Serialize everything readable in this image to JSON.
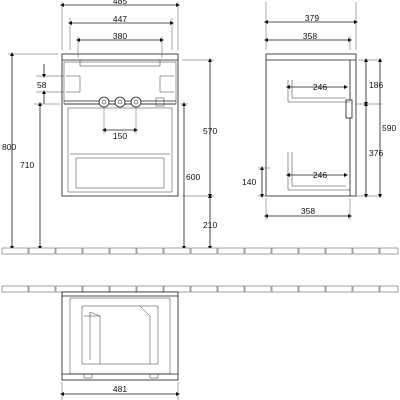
{
  "front_view": {
    "dim_total_width": "485",
    "dim_inner_width": "447",
    "dim_top_width": "380",
    "dim_fitting_offset": "58",
    "dim_fitting_spacing": "150",
    "dim_total_height": "800",
    "dim_floor_to_top": "710",
    "dim_body_height": "570",
    "dim_mount_height": "600",
    "dim_floor_clearance": "210"
  },
  "side_view": {
    "dim_total_depth": "379",
    "dim_inner_depth": "358",
    "dim_drawer_upper": "246",
    "dim_drawer_lower": "246",
    "dim_upper_height": "186",
    "dim_body_height": "590",
    "dim_lower_height": "376",
    "dim_base_height": "140",
    "dim_bottom_depth": "358"
  },
  "top_view": {
    "dim_width": "481"
  }
}
